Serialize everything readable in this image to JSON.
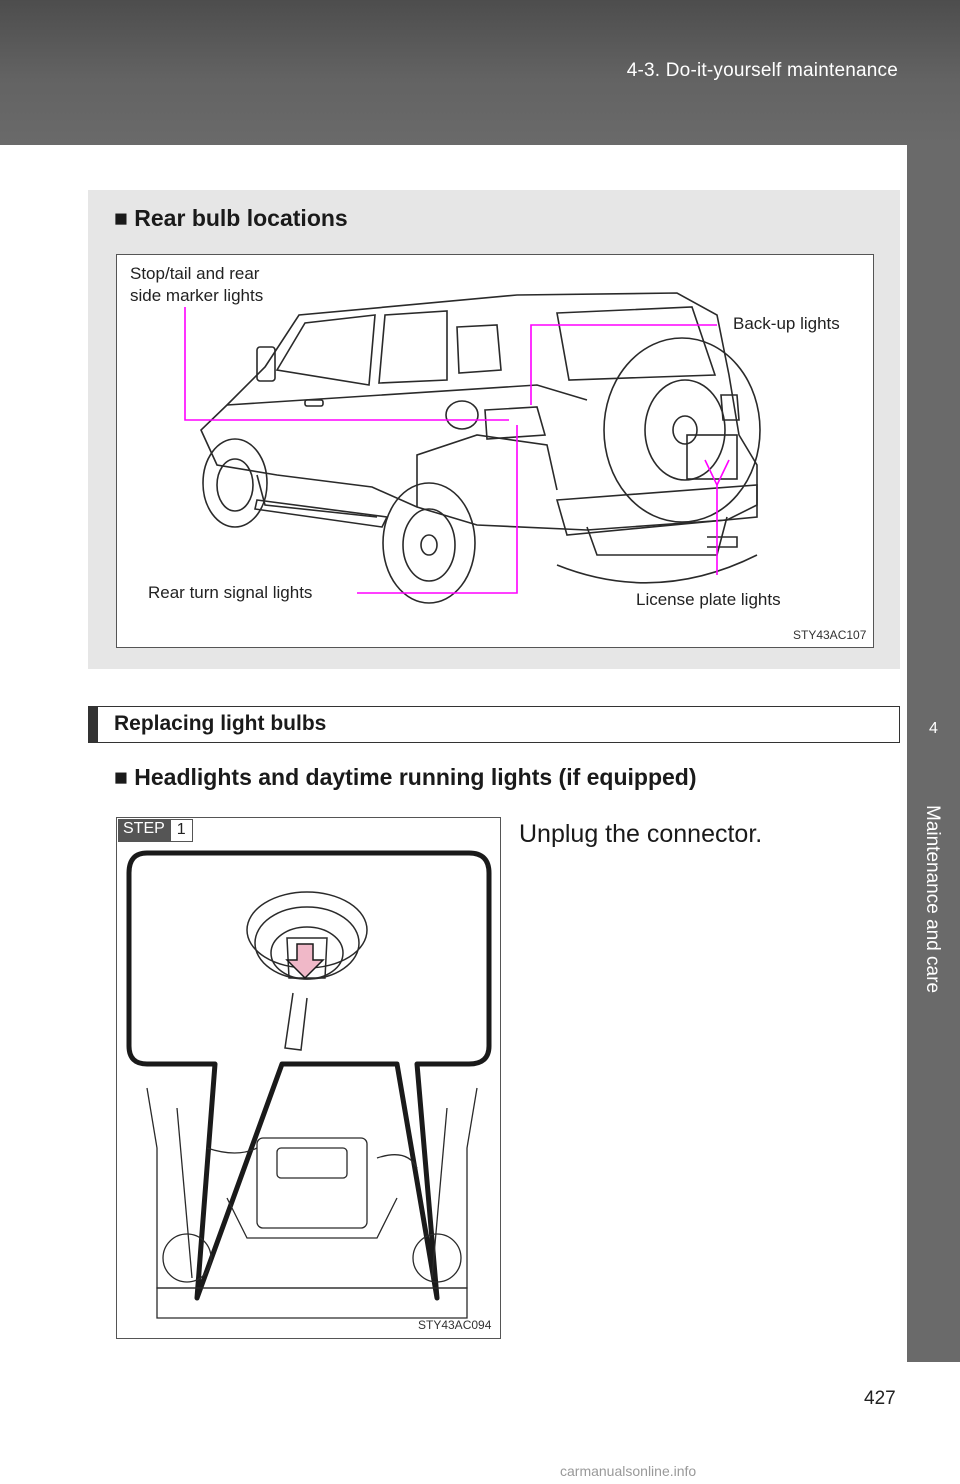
{
  "header": {
    "title": "4-3. Do-it-yourself maintenance"
  },
  "side_tab": {
    "number": "4",
    "label": "Maintenance and care"
  },
  "rear_section": {
    "heading": "■ Rear bulb locations",
    "labels": {
      "stop_tail_line1": "Stop/tail and rear",
      "stop_tail_line2": "side marker lights",
      "backup": "Back-up lights",
      "rear_turn": "Rear turn signal lights",
      "license": "License plate lights"
    },
    "figure_code": "STY43AC107",
    "callout_color": "#ff00ff"
  },
  "replacing": {
    "title": "Replacing light bulbs",
    "subheading": "■ Headlights and daytime running lights (if equipped)",
    "step_word": "STEP",
    "step_number": "1",
    "step_text": "Unplug the connector.",
    "figure_code": "STY43AC094"
  },
  "page_number": "427",
  "watermark": "carmanualsonline.info"
}
